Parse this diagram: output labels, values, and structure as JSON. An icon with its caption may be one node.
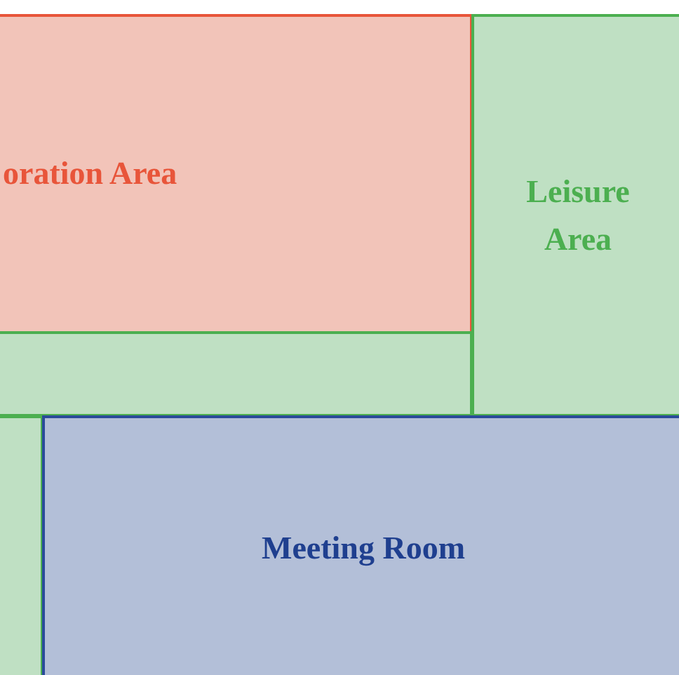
{
  "diagram": {
    "nodes": [
      {
        "text": [
          "oration Area"
        ]
      },
      {
        "text": [
          "Leisure Area"
        ]
      },
      {
        "text": [],
        "shape": "box"
      },
      {
        "text": [],
        "shape": "box"
      },
      {
        "text": [
          "Meeting Room"
        ]
      }
    ]
  }
}
